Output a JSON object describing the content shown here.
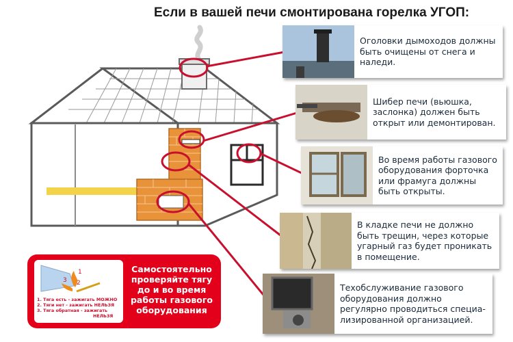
{
  "title": "Если в вашей печи смонтирована горелка УГОП:",
  "cards": [
    {
      "text": "Оголовки дымоходов должны быть очищены от снега и наледи."
    },
    {
      "text": "Шибер печи (вьюшка, заслонка) должен быть открыт или демонтирован."
    },
    {
      "text": "Во время работы газового оборудования форточка или фрамуга должны быть открыты."
    },
    {
      "text": "В кладке печи не должно быть трещин, через которые угарный газ будет проникать в помещение."
    },
    {
      "text": "Техобслуживание газового оборудования должно регулярно проводиться специа­лизированной организацией."
    }
  ],
  "notice": {
    "message": "Самостоятельно проверяйте тягу до и во время работы газового оборудования",
    "steps": [
      "1. Тяга есть - зажигать МОЖНО",
      "2. Тяги нет - зажигать НЕЛЬЗЯ",
      "3. Тяга обратная - зажигать",
      "НЕЛЬЗЯ"
    ],
    "marks": [
      "1",
      "2",
      "3"
    ]
  },
  "colors": {
    "accent": "#e2001a",
    "highlight_ring": "#c8102e",
    "brick": "#e8923a",
    "gas_pipe": "#f2d34a"
  }
}
